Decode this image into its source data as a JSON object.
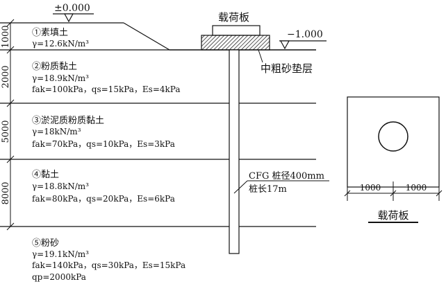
{
  "elevations": {
    "ground": "±0.000",
    "base": "−1.000"
  },
  "plate": {
    "label": "载荷板",
    "cushion": "中粗砂垫层"
  },
  "depths": [
    "1000",
    "2000",
    "5000",
    "8000"
  ],
  "layers": [
    {
      "name": "①素填土",
      "props": [
        "γ=12.6kN/m³"
      ]
    },
    {
      "name": "②粉质黏土",
      "props": [
        "γ=18.9kN/m³",
        "fak=100kPa，qs=15kPa，Es=4kPa"
      ]
    },
    {
      "name": "③淤泥质粉质黏土",
      "props": [
        "γ=18kN/m³",
        "fak=70kPa，qs=10kPa，Es=3kPa"
      ]
    },
    {
      "name": "④黏土",
      "props": [
        "γ=18.8kN/m³",
        "fak=80kPa，qs=20kPa，Es=6kPa"
      ]
    },
    {
      "name": "⑤粉砂",
      "props": [
        "γ=19.1kN/m³",
        "fak=140kPa，qs=30kPa，Es=15kPa",
        "qp=2000kPa"
      ]
    }
  ],
  "pile": {
    "line1": "CFG 桩径400mm",
    "line2": "桩长17m"
  },
  "plan": {
    "dims": [
      "1000",
      "1000"
    ],
    "title": "载荷板"
  }
}
